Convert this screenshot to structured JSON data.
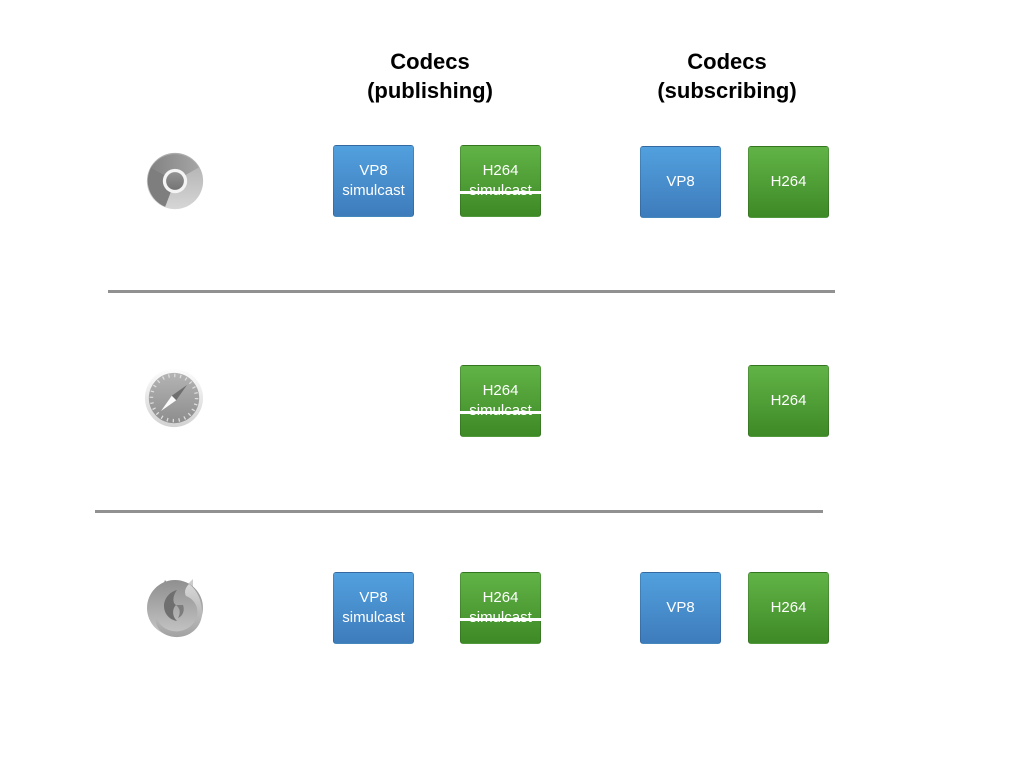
{
  "colors": {
    "blue_top": "#52a0de",
    "blue_bottom": "#3e7cbc",
    "green_top": "#61b347",
    "green_bottom": "#3e8a26",
    "divider": "#919191",
    "box_text": "#ffffff",
    "heading_text": "#000000"
  },
  "headings": {
    "publishing": {
      "line1": "Codecs",
      "line2": "(publishing)"
    },
    "subscribing": {
      "line1": "Codecs",
      "line2": "(subscribing)"
    }
  },
  "rows": [
    {
      "browser": "Chromium",
      "icon": "chromium-icon",
      "publishing": [
        {
          "line1": "VP8",
          "line2": "simulcast",
          "color": "blue",
          "struck": false
        },
        {
          "line1": "H264",
          "line2": "simulcast",
          "color": "green",
          "struck": true
        }
      ],
      "subscribing": [
        {
          "line1": "VP8",
          "color": "blue",
          "struck": false
        },
        {
          "line1": "H264",
          "color": "green",
          "struck": false
        }
      ]
    },
    {
      "browser": "Safari",
      "icon": "safari-icon",
      "publishing": [
        {
          "line1": "H264",
          "line2": "simulcast",
          "color": "green",
          "struck": true
        }
      ],
      "subscribing": [
        {
          "line1": "H264",
          "color": "green",
          "struck": false
        }
      ]
    },
    {
      "browser": "Firefox",
      "icon": "firefox-icon",
      "publishing": [
        {
          "line1": "VP8",
          "line2": "simulcast",
          "color": "blue",
          "struck": false
        },
        {
          "line1": "H264",
          "line2": "simulcast",
          "color": "green",
          "struck": true
        }
      ],
      "subscribing": [
        {
          "line1": "VP8",
          "color": "blue",
          "struck": false
        },
        {
          "line1": "H264",
          "color": "green",
          "struck": false
        }
      ]
    }
  ]
}
